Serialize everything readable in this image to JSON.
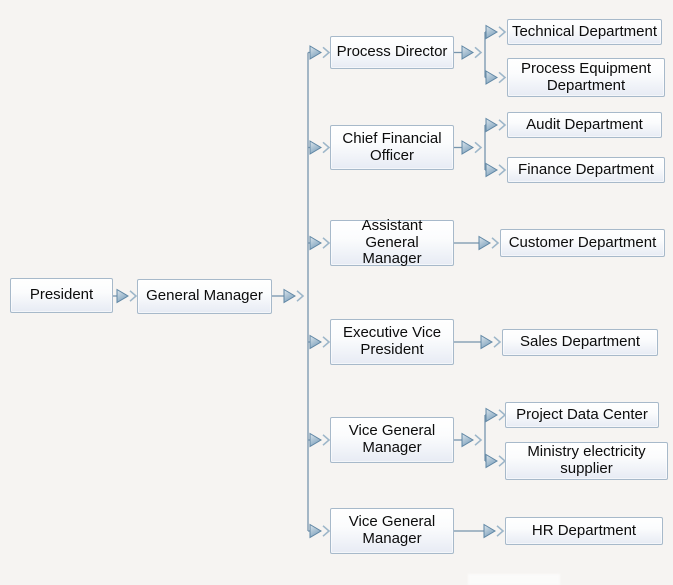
{
  "org_chart": {
    "root": {
      "label": "President"
    },
    "general_manager": {
      "label": "General Manager"
    },
    "branches": [
      {
        "label": "Process Director",
        "children": [
          {
            "label": "Technical Department"
          },
          {
            "label": "Process Equipment Department"
          }
        ]
      },
      {
        "label": "Chief Financial Officer",
        "children": [
          {
            "label": "Audit Department"
          },
          {
            "label": "Finance Department"
          }
        ]
      },
      {
        "label": "Assistant General Manager",
        "children": [
          {
            "label": "Customer Department"
          }
        ]
      },
      {
        "label": "Executive Vice President",
        "children": [
          {
            "label": "Sales Department"
          }
        ]
      },
      {
        "label": "Vice General Manager",
        "children": [
          {
            "label": "Project Data Center"
          },
          {
            "label": "Ministry electricity supplier"
          }
        ]
      },
      {
        "label": "Vice General Manager",
        "children": [
          {
            "label": "HR Department"
          }
        ]
      }
    ]
  },
  "colors": {
    "background": "#f6f4f2",
    "box_border": "#a7b9ca",
    "box_fill_top": "#ffffff",
    "box_fill_bottom": "#e7ebf4",
    "connector_line": "#7795ad",
    "arrow_fill_light": "#dde6ed",
    "arrow_fill_dark": "#7fa2bd",
    "arrow_outline": "#5f86a4",
    "chevron": "#9db6c9",
    "text": "#0c0c0c"
  }
}
